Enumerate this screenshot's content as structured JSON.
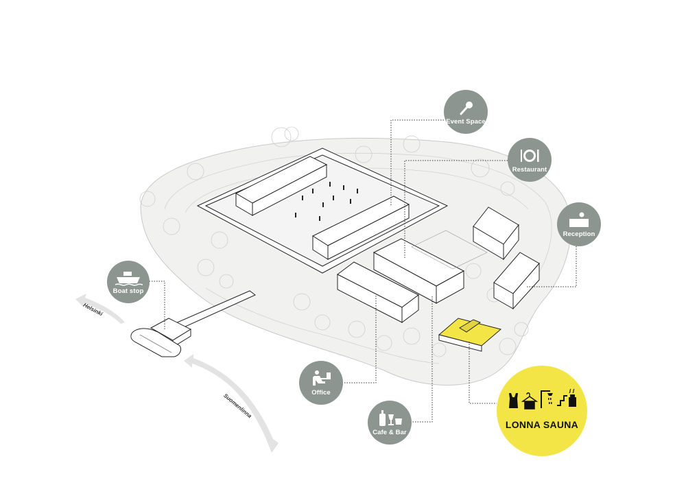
{
  "functions": {
    "event_space": "Event Space",
    "restaurant": "Restaurant",
    "reception": "Reception",
    "boat_stop": "Boat stop",
    "office": "Office",
    "cafe_bar": "Cafe & Bar"
  },
  "highlight": {
    "title": "LONNA SAUNA",
    "color": "#f4e547",
    "icons": [
      "swimsuit-icon",
      "hanger-icon",
      "shower-icon",
      "steps-icon",
      "steaming-stones-icon"
    ]
  },
  "routes": {
    "helsinki": "Helsinki",
    "suomenlinna": "Suomenlinna"
  },
  "colors": {
    "badge": "#8c958f",
    "line": "#222222",
    "island": "#f1f1f0"
  },
  "icons": {
    "event_space": "microphone-icon",
    "restaurant": "fork-plate-knife-icon",
    "reception": "reception-desk-icon",
    "boat_stop": "boat-icon",
    "office": "person-at-desk-icon",
    "cafe_bar": "bottle-glass-cup-icon"
  }
}
